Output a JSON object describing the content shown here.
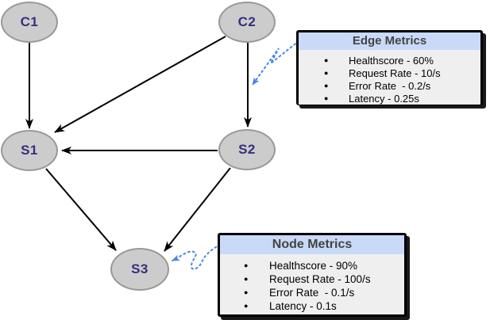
{
  "diagram": {
    "nodes": [
      {
        "id": "C1",
        "label": "C1"
      },
      {
        "id": "C2",
        "label": "C2"
      },
      {
        "id": "S1",
        "label": "S1"
      },
      {
        "id": "S2",
        "label": "S2"
      },
      {
        "id": "S3",
        "label": "S3"
      }
    ],
    "edges": [
      {
        "from": "C1",
        "to": "S1"
      },
      {
        "from": "C2",
        "to": "S1"
      },
      {
        "from": "C2",
        "to": "S2"
      },
      {
        "from": "S2",
        "to": "S1"
      },
      {
        "from": "S1",
        "to": "S3"
      },
      {
        "from": "S2",
        "to": "S3"
      }
    ]
  },
  "callouts": {
    "bullet_glyph": "●",
    "edge_metrics": {
      "title": "Edge Metrics",
      "points_to": "edge C2-S2",
      "items": [
        "Healthscore - 60%",
        "Request Rate - 10/s",
        "Error Rate  - 0.2/s",
        "Latency - 0.25s"
      ]
    },
    "node_metrics": {
      "title": "Node Metrics",
      "points_to": "node S3",
      "items": [
        "Healthscore - 90%",
        "Request Rate - 100/s",
        "Error Rate  - 0.1/s",
        "Latency - 0.1s"
      ]
    }
  },
  "colors": {
    "node_fill": "#cccccc",
    "node_border": "#999999",
    "node_label": "#352f7d",
    "callout_header_bg": "#c9daf8",
    "callout_body_bg": "#efefef",
    "callout_border": "#000000",
    "callout_title": "#434343",
    "edge_line": "#000000",
    "pointer_blue": "#4a86e8",
    "background": "#ffffff"
  }
}
